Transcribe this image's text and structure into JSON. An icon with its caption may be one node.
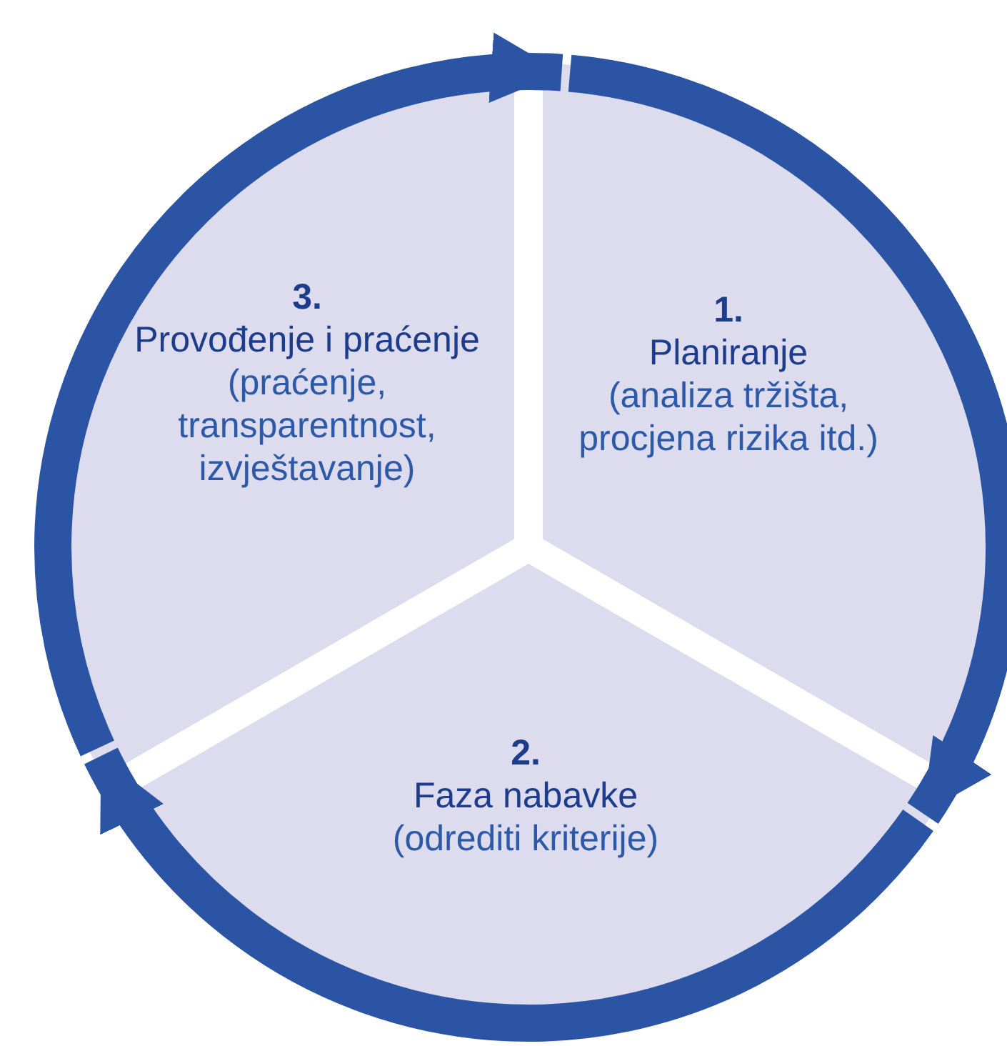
{
  "diagram": {
    "nodes": [
      {
        "text": [
          "1.",
          "Planiranje",
          "(analiza tržišta, procjena rizika itd.)"
        ]
      },
      {
        "text": [
          "2.",
          "Faza nabavke",
          "(odrediti kriterije)"
        ]
      },
      {
        "text": [
          "3.",
          "Provođenje i praćenje",
          "(praćenje, transparentnost, izvještavanje)"
        ]
      }
    ],
    "edges": [
      {
        "from": 0,
        "to": 1,
        "arrow": "to"
      },
      {
        "from": 1,
        "to": 2,
        "arrow": "to"
      },
      {
        "from": 2,
        "to": 0,
        "arrow": "to"
      }
    ]
  }
}
